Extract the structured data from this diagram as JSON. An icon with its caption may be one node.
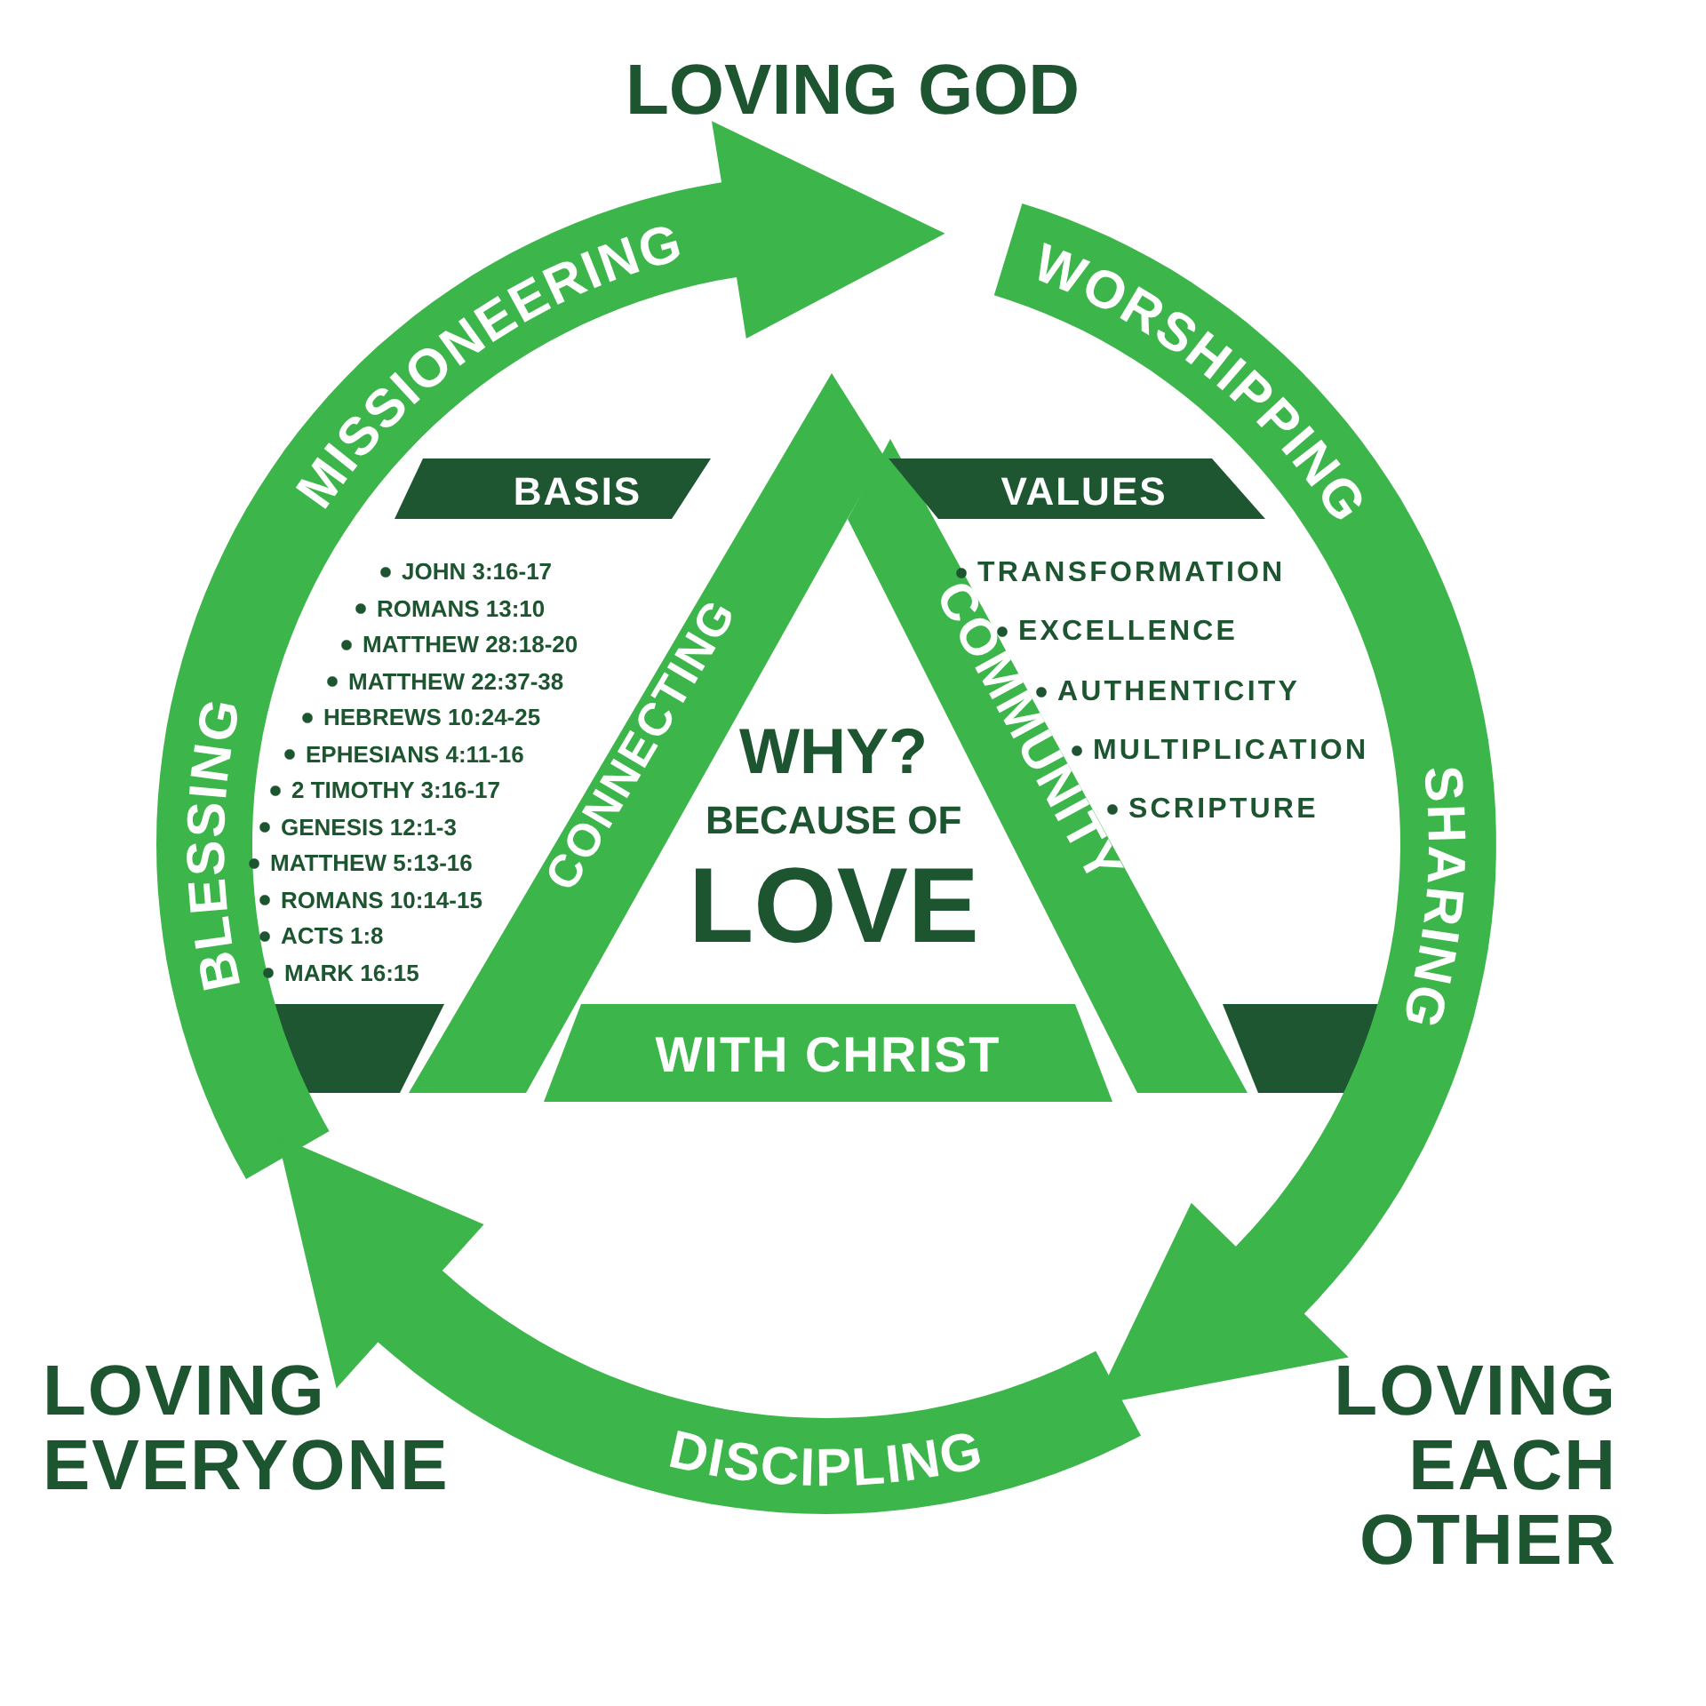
{
  "diagram": {
    "nodes": [
      {
        "text": [
          "BLESSING",
          "MISSIONEERING"
        ]
      },
      {
        "text": [
          "WORSHIPPING",
          "SHARING"
        ]
      },
      {
        "text": [
          "DISCIPLING"
        ]
      },
      {
        "text": [
          "CONNECTING"
        ]
      },
      {
        "text": [
          "COMMUNITY"
        ]
      },
      {
        "text": [
          "WITH CHRIST"
        ]
      },
      {
        "text": [
          "BASIS"
        ]
      },
      {
        "text": [
          "VALUES"
        ]
      }
    ],
    "labels": [
      "LOVING GOD",
      "LOVING EACH OTHER",
      "LOVING EVERYONE",
      "WHY?",
      "BECAUSE OF",
      "LOVE",
      "JOHN 3:16-17",
      "ROMANS 13:10",
      "MATTHEW 28:18-20",
      "MATTHEW 22:37-38",
      "HEBREWS 10:24-25",
      "EPHESIANS 4:11-16",
      "2 TIMOTHY 3:16-17",
      "GENESIS 12:1-3",
      "MATTHEW 5:13-16",
      "ROMANS 10:14-15",
      "ACTS 1:8",
      "MARK 16:15",
      "TRANSFORMATION",
      "EXCELLENCE",
      "AUTHENTICITY",
      "MULTIPLICATION",
      "SCRIPTURE"
    ]
  }
}
